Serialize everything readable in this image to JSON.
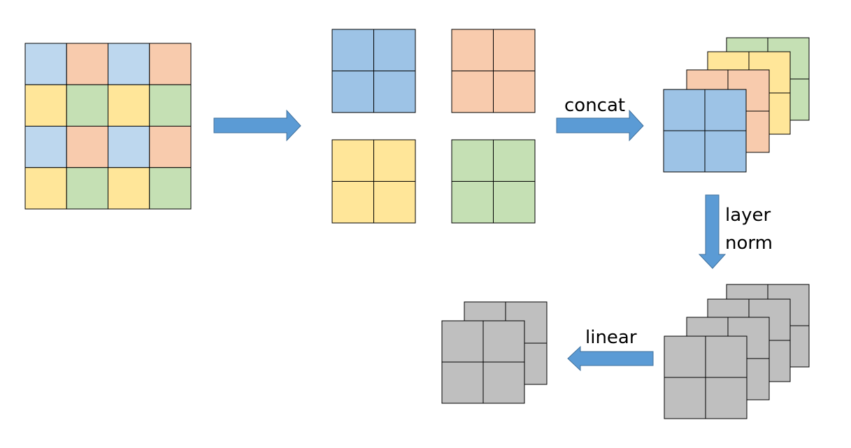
{
  "colors": {
    "blue": "#BDD7EE",
    "blue_dark": "#9DC3E6",
    "orange": "#F8CBAD",
    "yellow": "#FFE699",
    "green": "#C5E0B4",
    "gray": "#BFBFBF",
    "arrow": "#5B9BD5",
    "arrow_stroke": "#41719C",
    "stroke": "#000000"
  },
  "input_grid": {
    "pattern": [
      [
        "blue",
        "orange",
        "blue",
        "orange"
      ],
      [
        "yellow",
        "green",
        "yellow",
        "green"
      ],
      [
        "blue",
        "orange",
        "blue",
        "orange"
      ],
      [
        "yellow",
        "green",
        "yellow",
        "green"
      ]
    ]
  },
  "patches": [
    "blue_dark",
    "orange",
    "yellow",
    "green"
  ],
  "labels": {
    "concat": "concat",
    "layer_norm_line1": "layer",
    "layer_norm_line2": "norm",
    "linear": "linear"
  }
}
